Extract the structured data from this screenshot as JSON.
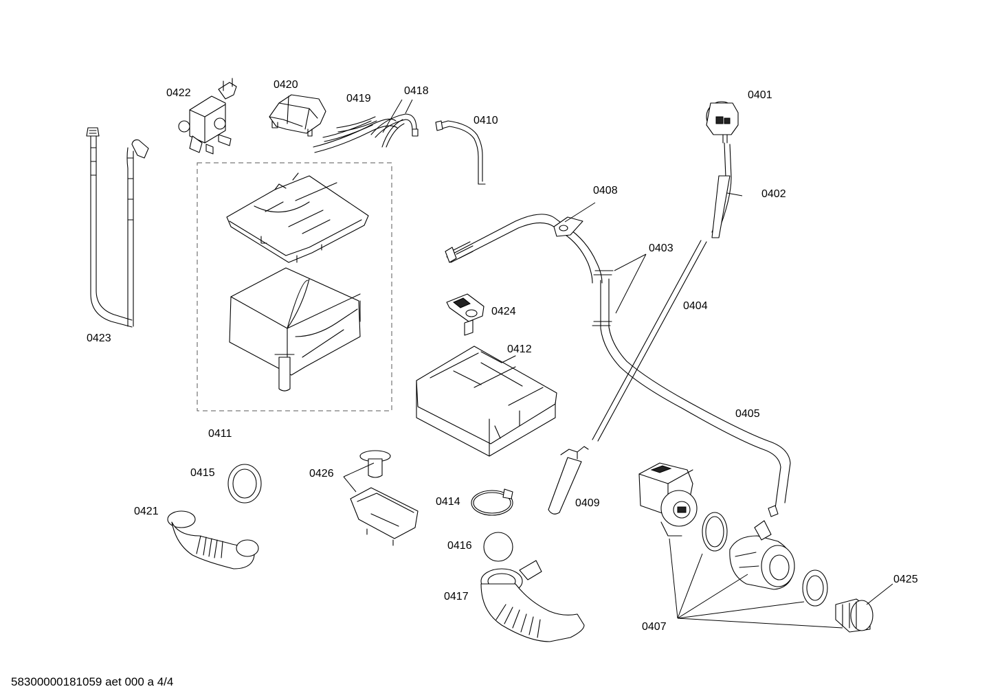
{
  "parts": [
    {
      "id": "p0401",
      "label": "0401"
    },
    {
      "id": "p0402",
      "label": "0402"
    },
    {
      "id": "p0403",
      "label": "0403"
    },
    {
      "id": "p0404",
      "label": "0404"
    },
    {
      "id": "p0405",
      "label": "0405"
    },
    {
      "id": "p0407",
      "label": "0407"
    },
    {
      "id": "p0408",
      "label": "0408"
    },
    {
      "id": "p0409",
      "label": "0409"
    },
    {
      "id": "p0410",
      "label": "0410"
    },
    {
      "id": "p0411",
      "label": "0411"
    },
    {
      "id": "p0412",
      "label": "0412"
    },
    {
      "id": "p0414",
      "label": "0414"
    },
    {
      "id": "p0415",
      "label": "0415"
    },
    {
      "id": "p0416",
      "label": "0416"
    },
    {
      "id": "p0417",
      "label": "0417"
    },
    {
      "id": "p0418",
      "label": "0418"
    },
    {
      "id": "p0419",
      "label": "0419"
    },
    {
      "id": "p0420",
      "label": "0420"
    },
    {
      "id": "p0421",
      "label": "0421"
    },
    {
      "id": "p0422",
      "label": "0422"
    },
    {
      "id": "p0423",
      "label": "0423"
    },
    {
      "id": "p0424",
      "label": "0424"
    },
    {
      "id": "p0425",
      "label": "0425"
    },
    {
      "id": "p0426",
      "label": "0426"
    }
  ],
  "footer": "58300000181059 aet 000 a 4/4"
}
